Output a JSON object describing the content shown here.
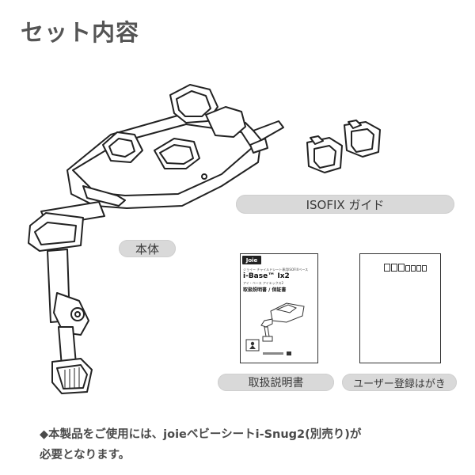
{
  "page": {
    "title": "セット内容"
  },
  "labels": {
    "isofix_guide": "ISOFIX ガイド",
    "main_body": "本体",
    "manual": "取扱説明書",
    "registration_card": "ユーザー登録はがき"
  },
  "manual_cover": {
    "brand": "Joie",
    "subtitle": "ジョイー チャイルドシート専用ISOFIXベース",
    "product": "i-Base™ Ix2",
    "product_kana": "アイ・ベース アイエックス2",
    "heading": "取扱説明書 / 保証書"
  },
  "note": {
    "line1": "◆本製品をご使用には、joieベビーシートi-Snug2(別売り)が",
    "line2": "必要となります。"
  },
  "icons": [
    "isofix-base-illustration",
    "isofix-guide-illustration",
    "manual-illustration",
    "postcard-illustration"
  ]
}
